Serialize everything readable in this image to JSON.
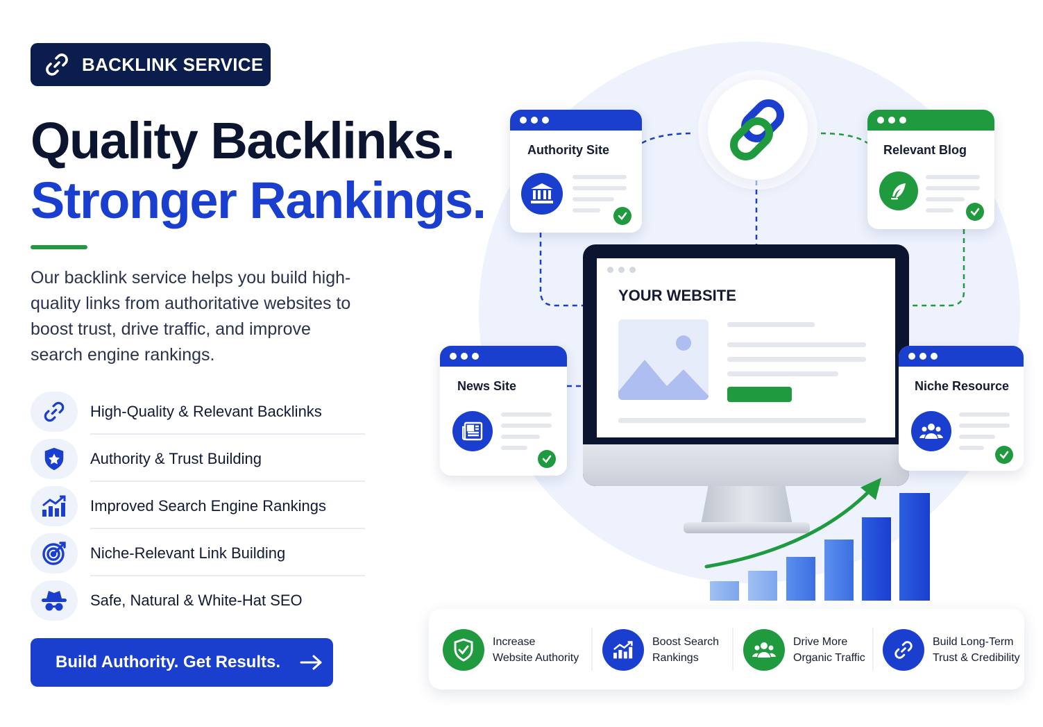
{
  "badge": {
    "label": "BACKLINK SERVICE"
  },
  "headline": {
    "line1": "Quality Backlinks.",
    "line2": "Stronger Rankings."
  },
  "description": "Our backlink service helps you build high-quality links from authoritative websites to boost trust, drive traffic, and improve search engine rankings.",
  "features": [
    {
      "label": "High-Quality & Relevant Backlinks",
      "icon": "link-icon"
    },
    {
      "label": "Authority & Trust Building",
      "icon": "shield-star-icon"
    },
    {
      "label": "Improved Search Engine Rankings",
      "icon": "bar-chart-icon"
    },
    {
      "label": "Niche-Relevant Link Building",
      "icon": "target-icon"
    },
    {
      "label": "Safe, Natural & White-Hat SEO",
      "icon": "spy-hat-icon"
    }
  ],
  "cta": {
    "label": "Build Authority. Get Results."
  },
  "cards": {
    "authority": "Authority Site",
    "blog": "Relevant Blog",
    "news": "News Site",
    "niche": "Niche Resource"
  },
  "monitor": {
    "title": "YOUR WEBSITE"
  },
  "stats": [
    {
      "line1": "Increase",
      "line2": "Website Authority"
    },
    {
      "line1": "Boost Search",
      "line2": "Rankings"
    },
    {
      "line1": "Drive More",
      "line2": "Organic Traffic"
    },
    {
      "line1": "Build Long-Term",
      "line2": "Trust & Credibility"
    }
  ],
  "colors": {
    "navy": "#0b1d4d",
    "blue": "#1a3fcf",
    "green": "#1f9a3e",
    "light": "#eef2fd"
  }
}
